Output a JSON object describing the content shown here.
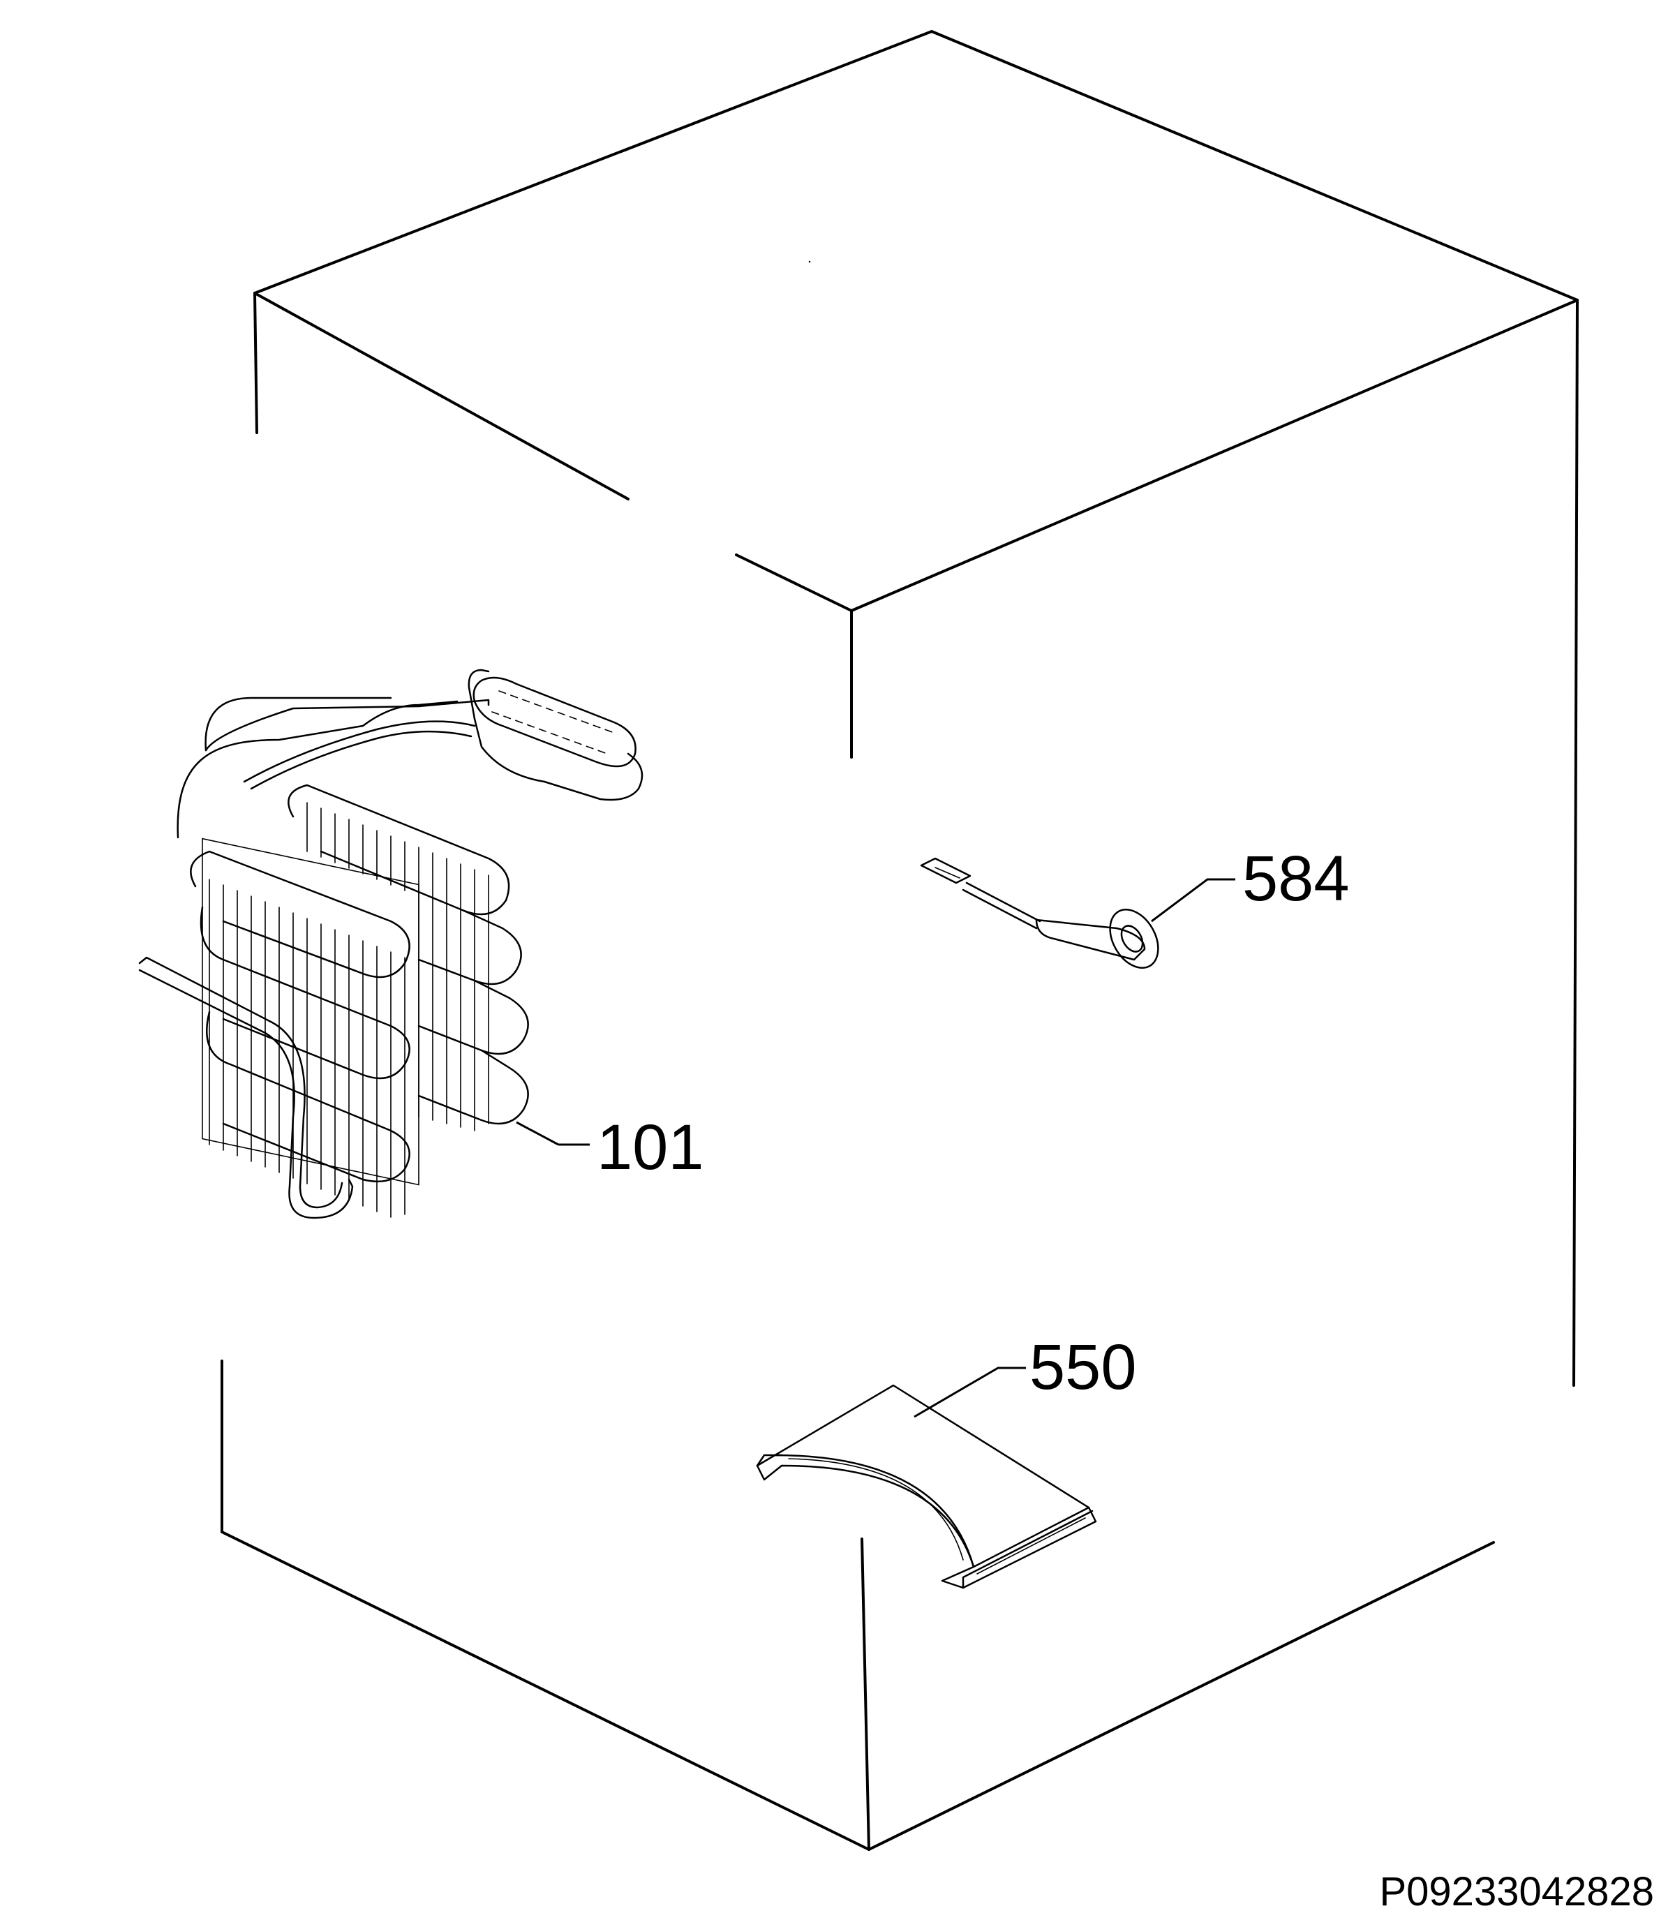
{
  "diagram": {
    "type": "exploded-parts-view",
    "callouts": [
      {
        "id": "evaporator",
        "label": "101"
      },
      {
        "id": "sensor",
        "label": "584"
      },
      {
        "id": "drip-tray",
        "label": "550"
      }
    ],
    "drawing_code": "P09233042828"
  }
}
